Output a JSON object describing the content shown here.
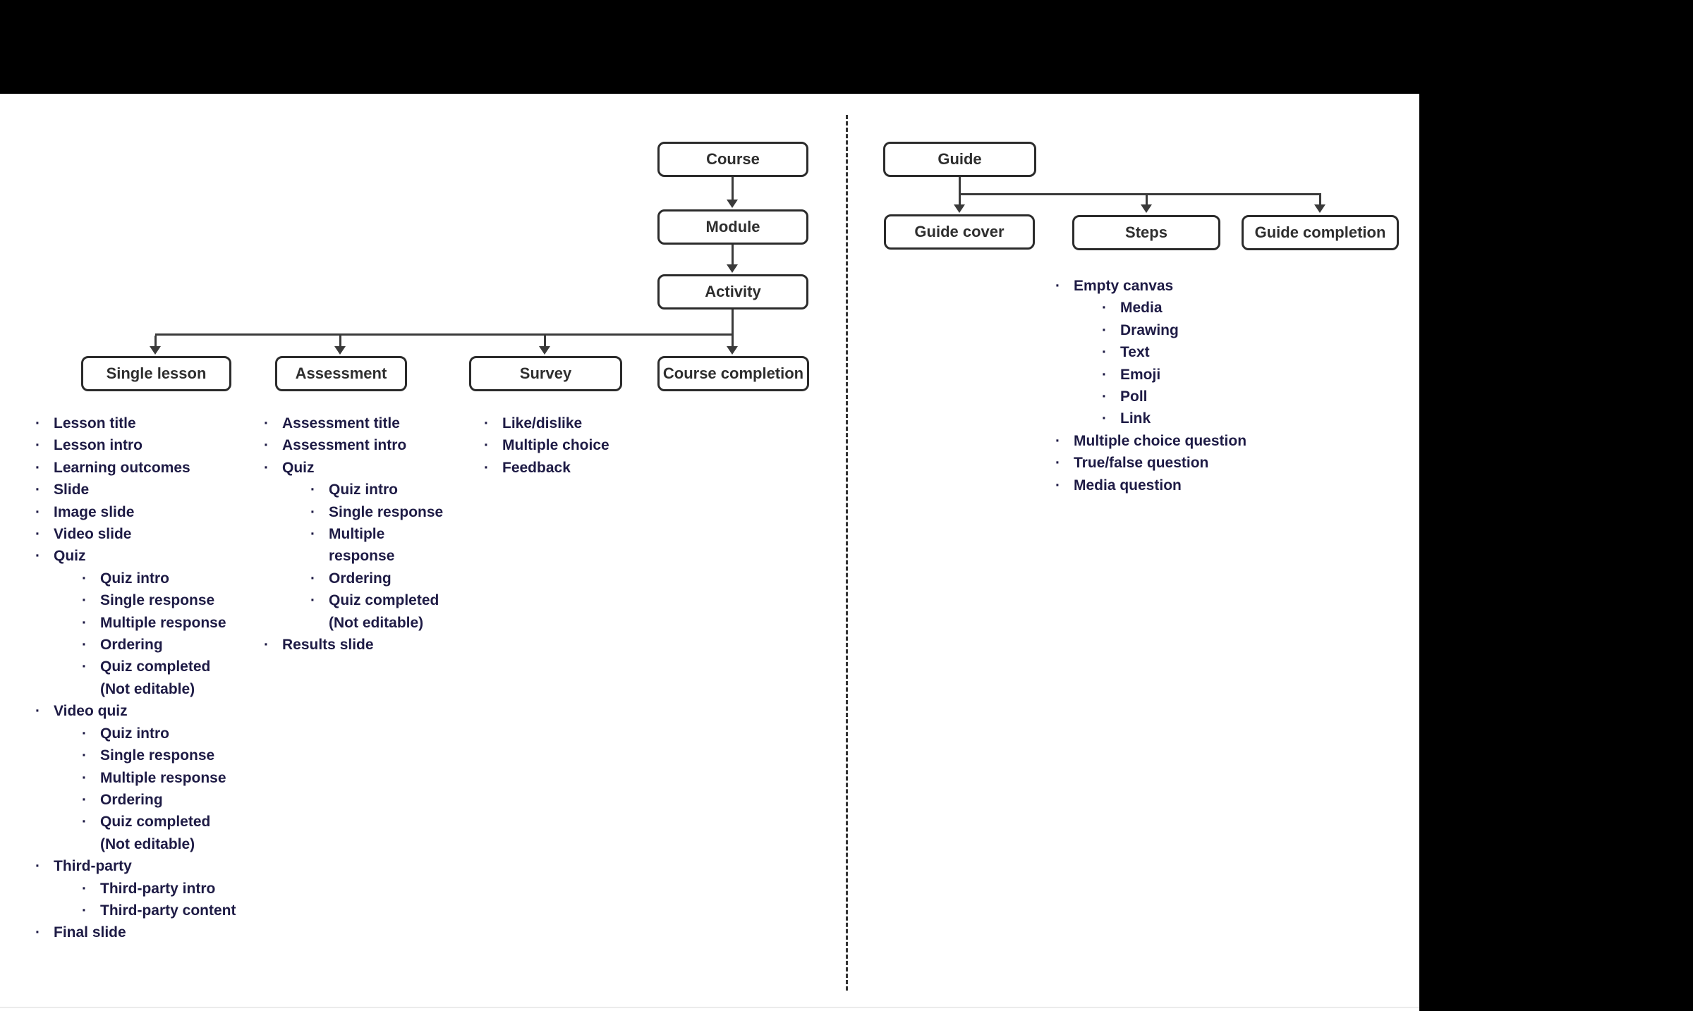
{
  "diagram": {
    "boxes": {
      "course": "Course",
      "module": "Module",
      "activity": "Activity",
      "single_lesson": "Single lesson",
      "assessment": "Assessment",
      "survey": "Survey",
      "course_completion": "Course completion",
      "guide": "Guide",
      "guide_cover": "Guide cover",
      "steps": "Steps",
      "guide_completion": "Guide completion"
    },
    "lists": {
      "single_lesson": [
        {
          "level": 0,
          "lines": [
            "Lesson title"
          ]
        },
        {
          "level": 0,
          "lines": [
            "Lesson intro"
          ]
        },
        {
          "level": 0,
          "lines": [
            "Learning outcomes"
          ]
        },
        {
          "level": 0,
          "lines": [
            "Slide"
          ]
        },
        {
          "level": 0,
          "lines": [
            "Image slide"
          ]
        },
        {
          "level": 0,
          "lines": [
            "Video slide"
          ]
        },
        {
          "level": 0,
          "lines": [
            "Quiz"
          ]
        },
        {
          "level": 1,
          "lines": [
            "Quiz intro"
          ]
        },
        {
          "level": 1,
          "lines": [
            "Single response"
          ]
        },
        {
          "level": 1,
          "lines": [
            "Multiple response"
          ]
        },
        {
          "level": 1,
          "lines": [
            "Ordering"
          ]
        },
        {
          "level": 1,
          "lines": [
            "Quiz completed",
            "(Not editable)"
          ]
        },
        {
          "level": 0,
          "lines": [
            "Video quiz"
          ]
        },
        {
          "level": 1,
          "lines": [
            "Quiz intro"
          ]
        },
        {
          "level": 1,
          "lines": [
            "Single response"
          ]
        },
        {
          "level": 1,
          "lines": [
            "Multiple response"
          ]
        },
        {
          "level": 1,
          "lines": [
            "Ordering"
          ]
        },
        {
          "level": 1,
          "lines": [
            "Quiz completed",
            "(Not editable)"
          ]
        },
        {
          "level": 0,
          "lines": [
            "Third-party"
          ]
        },
        {
          "level": 1,
          "lines": [
            "Third-party intro"
          ]
        },
        {
          "level": 1,
          "lines": [
            "Third-party content"
          ]
        },
        {
          "level": 0,
          "lines": [
            "Final slide"
          ]
        }
      ],
      "assessment": [
        {
          "level": 0,
          "lines": [
            "Assessment title"
          ]
        },
        {
          "level": 0,
          "lines": [
            "Assessment intro"
          ]
        },
        {
          "level": 0,
          "lines": [
            "Quiz"
          ]
        },
        {
          "level": 1,
          "lines": [
            "Quiz intro"
          ]
        },
        {
          "level": 1,
          "lines": [
            "Single response"
          ]
        },
        {
          "level": 1,
          "lines": [
            "Multiple",
            "response"
          ]
        },
        {
          "level": 1,
          "lines": [
            "Ordering"
          ]
        },
        {
          "level": 1,
          "lines": [
            "Quiz completed",
            "(Not editable)"
          ]
        },
        {
          "level": 0,
          "lines": [
            "Results slide"
          ]
        }
      ],
      "survey": [
        {
          "level": 0,
          "lines": [
            "Like/dislike"
          ]
        },
        {
          "level": 0,
          "lines": [
            "Multiple choice"
          ]
        },
        {
          "level": 0,
          "lines": [
            "Feedback"
          ]
        }
      ],
      "steps": [
        {
          "level": 0,
          "lines": [
            "Empty canvas"
          ]
        },
        {
          "level": 1,
          "lines": [
            "Media"
          ]
        },
        {
          "level": 1,
          "lines": [
            "Drawing"
          ]
        },
        {
          "level": 1,
          "lines": [
            "Text"
          ]
        },
        {
          "level": 1,
          "lines": [
            "Emoji"
          ]
        },
        {
          "level": 1,
          "lines": [
            "Poll"
          ]
        },
        {
          "level": 1,
          "lines": [
            "Link"
          ]
        },
        {
          "level": 0,
          "lines": [
            "Multiple choice question"
          ]
        },
        {
          "level": 0,
          "lines": [
            "True/false question"
          ]
        },
        {
          "level": 0,
          "lines": [
            "Media question"
          ]
        }
      ]
    },
    "colors": {
      "background": "#000000",
      "canvas": "#ffffff",
      "box_border": "#2b2b2b",
      "box_text": "#2e2e2e",
      "connector": "#3a3a3a",
      "list_text": "#1e1b45",
      "divider": "#333333"
    }
  }
}
